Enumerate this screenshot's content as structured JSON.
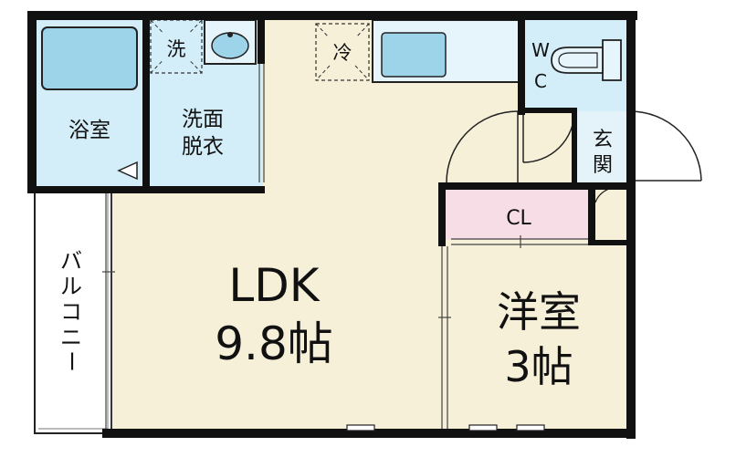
{
  "plan": {
    "rooms": {
      "ldk": {
        "name": "LDK",
        "size": "9.8帖"
      },
      "western": {
        "name": "洋室",
        "size": "3帖"
      },
      "bath": {
        "name": "浴室"
      },
      "washroom": {
        "line1": "洗面",
        "line2": "脱衣"
      },
      "closet": {
        "name": "CL"
      },
      "toilet": {
        "line1": "W",
        "line2": "C"
      },
      "entrance": {
        "line1": "玄",
        "line2": "関"
      },
      "balcony": {
        "chars": [
          "バ",
          "ル",
          "コ",
          "ニ",
          "ー"
        ]
      }
    },
    "fixtures": {
      "washer_space": "洗",
      "fridge_space": "冷"
    },
    "colors": {
      "wall": "#111111",
      "ldk_floor": "#f6f0d8",
      "water_area": "#d3eef8",
      "closet": "#f7dde6",
      "fixture_fill": "#9ed4ea",
      "balcony": "#ffffff"
    }
  }
}
